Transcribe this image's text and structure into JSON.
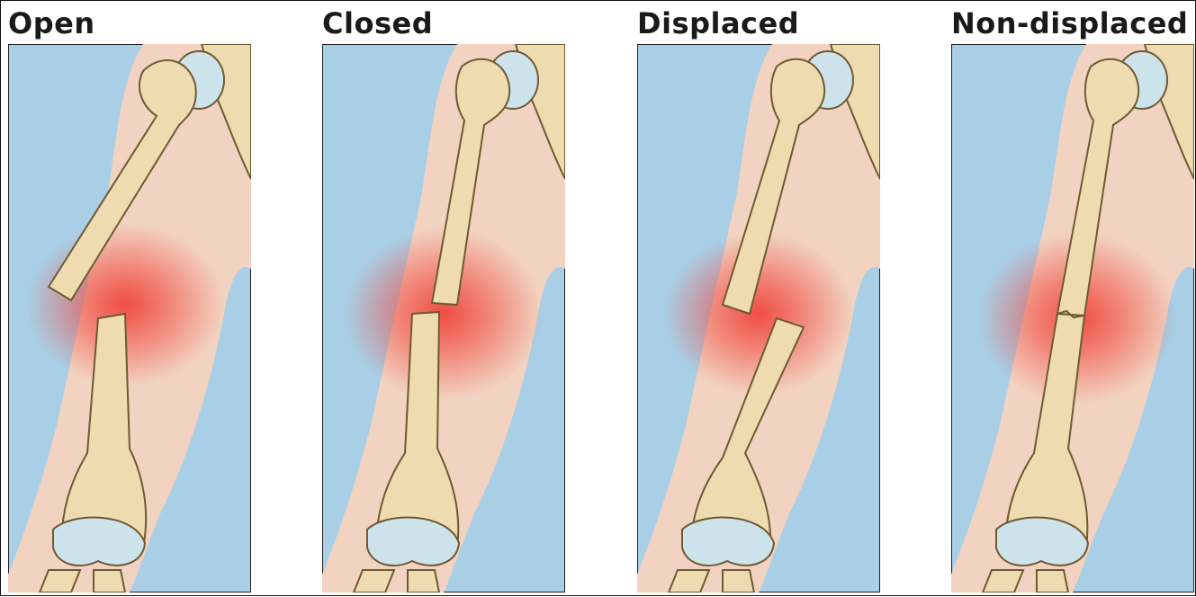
{
  "figure": {
    "panels": [
      {
        "id": "open",
        "title": "Open"
      },
      {
        "id": "closed",
        "title": "Closed"
      },
      {
        "id": "displaced",
        "title": "Displaced"
      },
      {
        "id": "non-displaced",
        "title": "Non-displaced"
      }
    ]
  },
  "colors": {
    "background_blue": "#a9cfe6",
    "skin": "#f2d2c0",
    "bone": "#eedcb0",
    "bone_outline": "#6e5a32",
    "cartilage": "#cde3ec",
    "injury_red": "#f0463c"
  },
  "icons": {
    "signature": "artist-signature-icon"
  }
}
